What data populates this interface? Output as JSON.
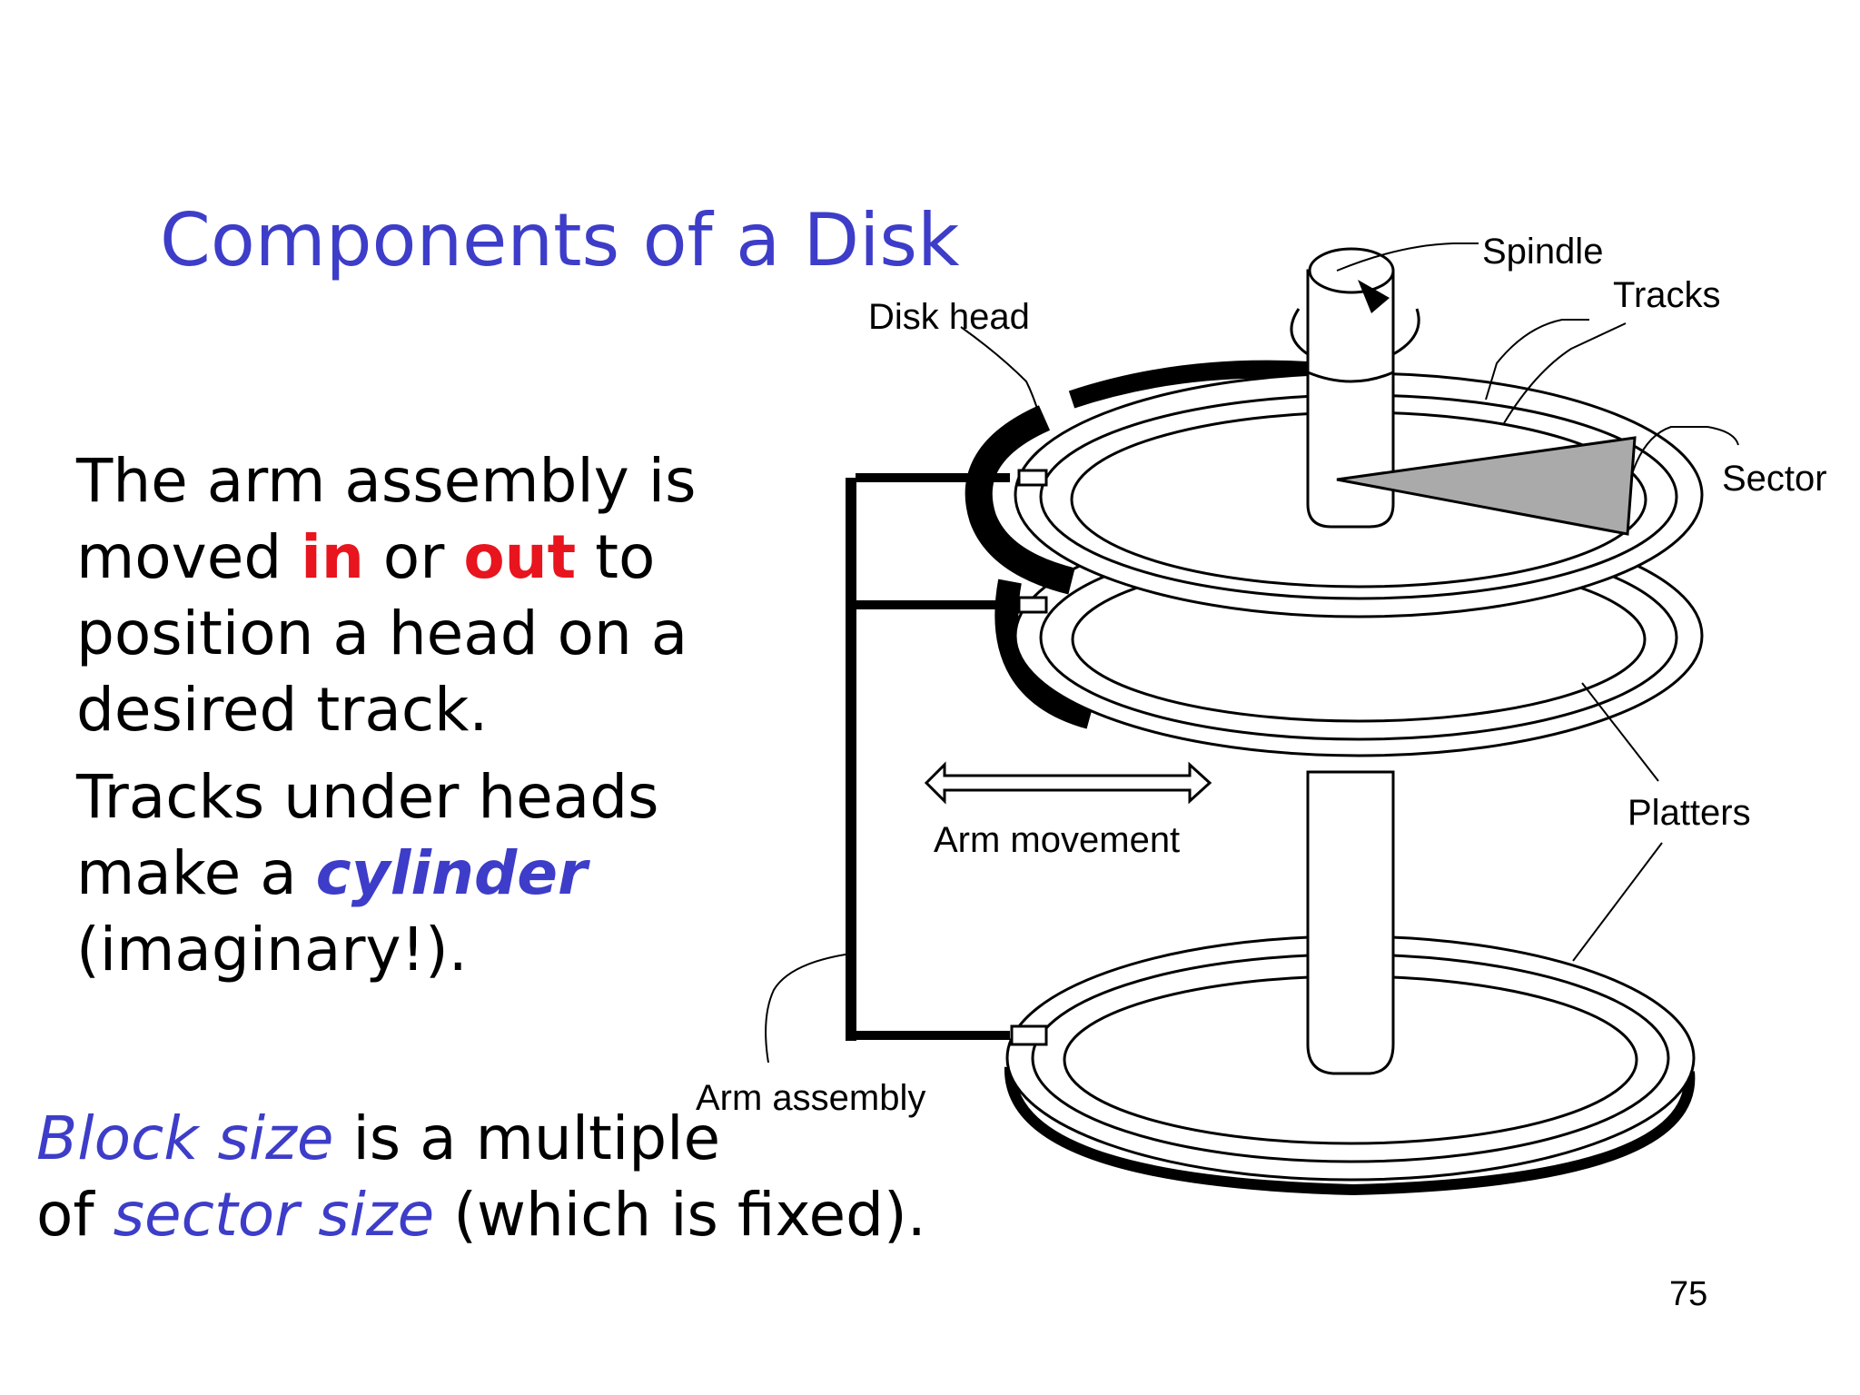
{
  "slide": {
    "title": "Components of a Disk",
    "page_number": "75"
  },
  "body": {
    "p1": {
      "a": "The arm assembly is moved ",
      "in": "in",
      "b": " or ",
      "out": "out",
      "c": " to position  a head on a desired track."
    },
    "p2": {
      "a": "Tracks under heads make a ",
      "cylinder": "cylinder",
      "b": " (imaginary!)."
    }
  },
  "bottom": {
    "block_size": "Block size",
    "a": " is a multiple",
    "of": "of ",
    "sector_size": "sector size",
    "b": " (which is fixed)."
  },
  "diagram": {
    "labels": {
      "disk_head": "Disk head",
      "spindle": "Spindle",
      "tracks": "Tracks",
      "sector": "Sector",
      "platters": "Platters",
      "arm_movement": "Arm movement",
      "arm_assembly": "Arm assembly"
    },
    "colors": {
      "sector_fill": "#aaaaaa",
      "title": "#3d3dc9",
      "highlight": "#e8141e"
    }
  }
}
